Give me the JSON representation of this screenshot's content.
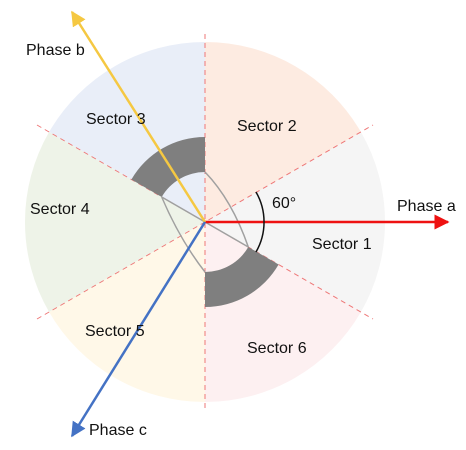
{
  "diagram": {
    "sectors": [
      {
        "label": "Sector 1",
        "fill": "#f5f5f5"
      },
      {
        "label": "Sector 2",
        "fill": "#fdebe1"
      },
      {
        "label": "Sector 3",
        "fill": "#e9eef8"
      },
      {
        "label": "Sector 4",
        "fill": "#eef3e8"
      },
      {
        "label": "Sector 5",
        "fill": "#fff8e8"
      },
      {
        "label": "Sector 6",
        "fill": "#fdf0f1"
      }
    ],
    "phases": [
      {
        "label": "Phase a",
        "color": "#ee1111"
      },
      {
        "label": "Phase b",
        "color": "#f5c842"
      },
      {
        "label": "Phase c",
        "color": "#4472c4"
      }
    ],
    "angle_label": "60°",
    "boundary_color": "#ee7777",
    "highlight_color": "#7f7f7f"
  }
}
